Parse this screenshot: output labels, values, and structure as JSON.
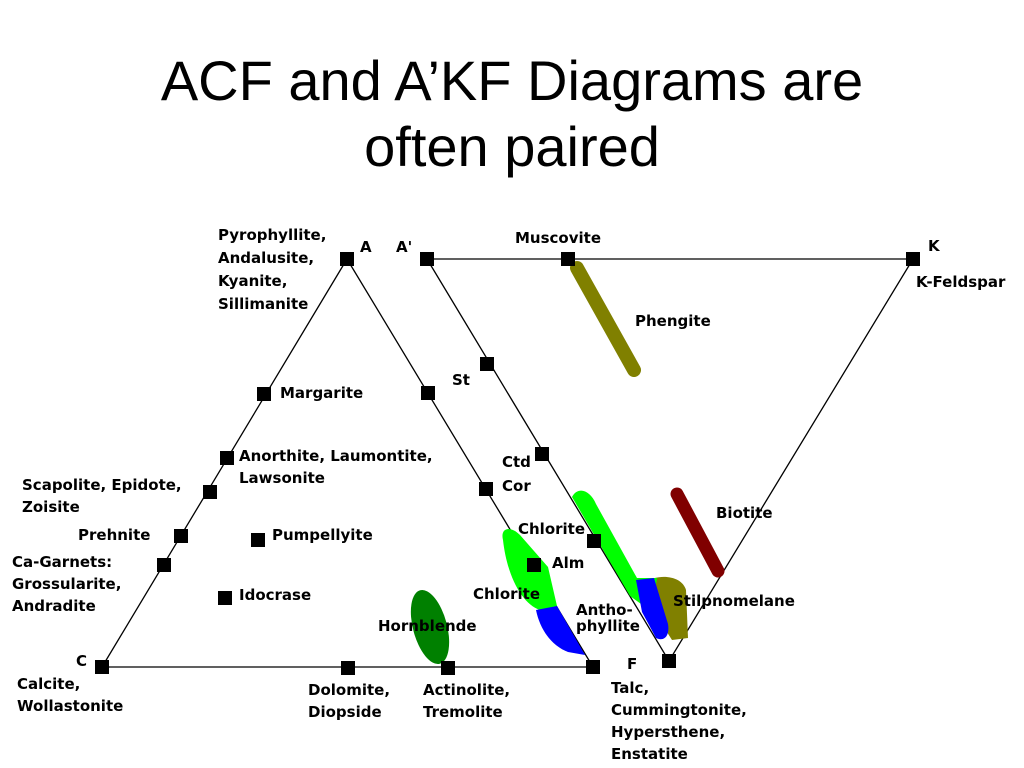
{
  "slide": {
    "title_line1": "ACF and A’KF Diagrams are",
    "title_line2": "often paired"
  },
  "acf": {
    "apex_a": "A",
    "apex_c": "C",
    "apex_f": "F",
    "minerals": {
      "aluminosilicates": [
        "Pyrophyllite,",
        "Andalusite,",
        "Kyanite,",
        "Sillimanite"
      ],
      "margarite": "Margarite",
      "anorthite": [
        "Anorthite, Laumontite,",
        "Lawsonite"
      ],
      "scapolite": [
        "Scapolite, Epidote,",
        "Zoisite"
      ],
      "prehnite": "Prehnite",
      "pumpellyite": "Pumpellyite",
      "ca_garnets": [
        "Ca-Garnets:",
        "Grossularite,",
        "Andradite"
      ],
      "idocrase": "Idocrase",
      "calcite": [
        "Calcite,",
        "Wollastonite"
      ],
      "dolomite": [
        "Dolomite,",
        "Diopside"
      ],
      "actinolite": [
        "Actinolite,",
        "Tremolite"
      ],
      "hornblende": "Hornblende",
      "chlorite": "Chlorite",
      "st": "St",
      "ctd_cor": [
        "Ctd",
        "Cor"
      ],
      "alm": "Alm",
      "chlorite_akf": "Chlorite",
      "anthophyllite": [
        "Antho-",
        "phyllite"
      ],
      "talc": [
        "Talc,",
        "Cummingtonite,",
        "Hypersthene,",
        "Enstatite"
      ]
    }
  },
  "akf": {
    "apex_a": "A'",
    "apex_k": "K",
    "minerals": {
      "muscovite": "Muscovite",
      "k_feldspar": "K-Feldspar",
      "phengite": "Phengite",
      "biotite": "Biotite",
      "stilpnomelane": "Stilpnomelane"
    }
  },
  "colors": {
    "line": "#000000",
    "phengite": "#808000",
    "biotite": "#800000",
    "stilpnomelane": "#808000",
    "chlorite": "#00ff00",
    "hornblende": "#008000",
    "anthophyllite": "#0000ff"
  }
}
